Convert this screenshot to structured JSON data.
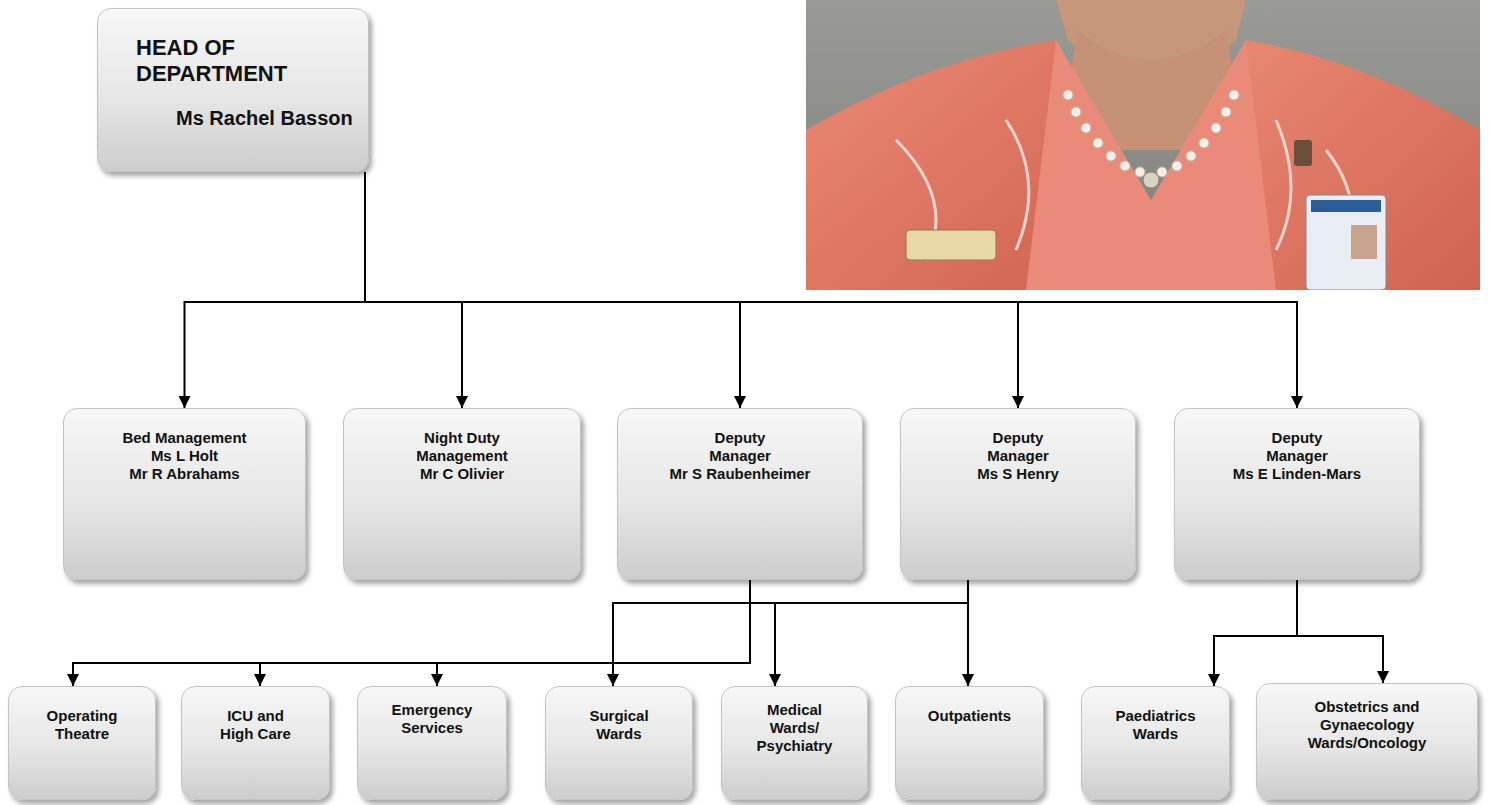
{
  "diagram": {
    "nodes": [
      {
        "text": [
          "HEAD OF DEPARTMENT",
          "Ms Rachel Basson"
        ]
      },
      {
        "text": [
          "Bed Management",
          "Ms L Holt",
          "Mr R Abrahams"
        ]
      },
      {
        "text": [
          "Night Duty Management",
          "Mr C Olivier"
        ]
      },
      {
        "text": [
          "Deputy Manager",
          "Mr S Raubenheimer"
        ]
      },
      {
        "text": [
          "Deputy Manager",
          "Ms S Henry"
        ]
      },
      {
        "text": [
          "Deputy Manager",
          "Ms E Linden-Mars"
        ]
      },
      {
        "text": [
          "Operating Theatre"
        ]
      },
      {
        "text": [
          "ICU and High Care"
        ]
      },
      {
        "text": [
          "Emergency Services"
        ]
      },
      {
        "text": [
          "Surgical Wards"
        ]
      },
      {
        "text": [
          "Medical Wards/ Psychiatry"
        ]
      },
      {
        "text": [
          "Outpatients"
        ]
      },
      {
        "text": [
          "Paediatrics Wards"
        ]
      },
      {
        "text": [
          "Obstetrics and Gynaecology Wards/Oncology"
        ]
      }
    ],
    "edges": [
      {
        "from": 0,
        "to": 1,
        "arrow": "to"
      },
      {
        "from": 0,
        "to": 2,
        "arrow": "to"
      },
      {
        "from": 0,
        "to": 3,
        "arrow": "to"
      },
      {
        "from": 0,
        "to": 4,
        "arrow": "to"
      },
      {
        "from": 0,
        "to": 5,
        "arrow": "to"
      },
      {
        "from": 3,
        "to": 6,
        "arrow": "to"
      },
      {
        "from": 3,
        "to": 7,
        "arrow": "to"
      },
      {
        "from": 3,
        "to": 8,
        "arrow": "to"
      },
      {
        "from": 4,
        "to": 9,
        "arrow": "to"
      },
      {
        "from": 4,
        "to": 10,
        "arrow": "to"
      },
      {
        "from": 4,
        "to": 11,
        "arrow": "to"
      },
      {
        "from": 5,
        "to": 12,
        "arrow": "to"
      },
      {
        "from": 5,
        "to": 13,
        "arrow": "to"
      }
    ]
  }
}
